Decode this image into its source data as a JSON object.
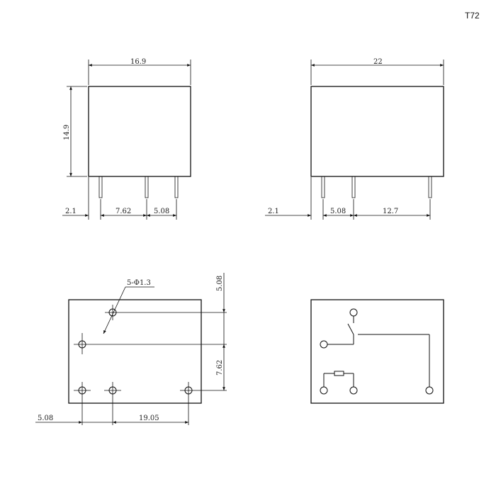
{
  "model_label": "T72",
  "front_view": {
    "width": "16.9",
    "height": "14.9",
    "pin_offset": "2.1",
    "pitch_a": "7.62",
    "pitch_b": "5.08"
  },
  "side_view": {
    "width": "22",
    "pin_offset": "2.1",
    "pitch_a": "5.08",
    "pitch_b": "12.7"
  },
  "bottom_view": {
    "hole_callout": "5-Φ1.3",
    "vertical_top": "5.08",
    "vertical_mid": "7.62",
    "horizontal_left": "5.08",
    "horizontal_span": "19.05"
  }
}
